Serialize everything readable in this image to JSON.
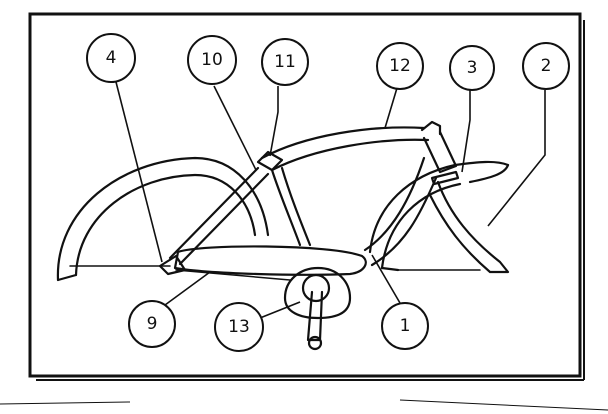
{
  "callouts": [
    {
      "id": "4",
      "label": "4"
    },
    {
      "id": "10",
      "label": "10"
    },
    {
      "id": "11",
      "label": "11"
    },
    {
      "id": "12",
      "label": "12"
    },
    {
      "id": "3",
      "label": "3"
    },
    {
      "id": "2",
      "label": "2"
    },
    {
      "id": "9",
      "label": "9"
    },
    {
      "id": "13",
      "label": "13"
    },
    {
      "id": "1",
      "label": "1"
    }
  ]
}
